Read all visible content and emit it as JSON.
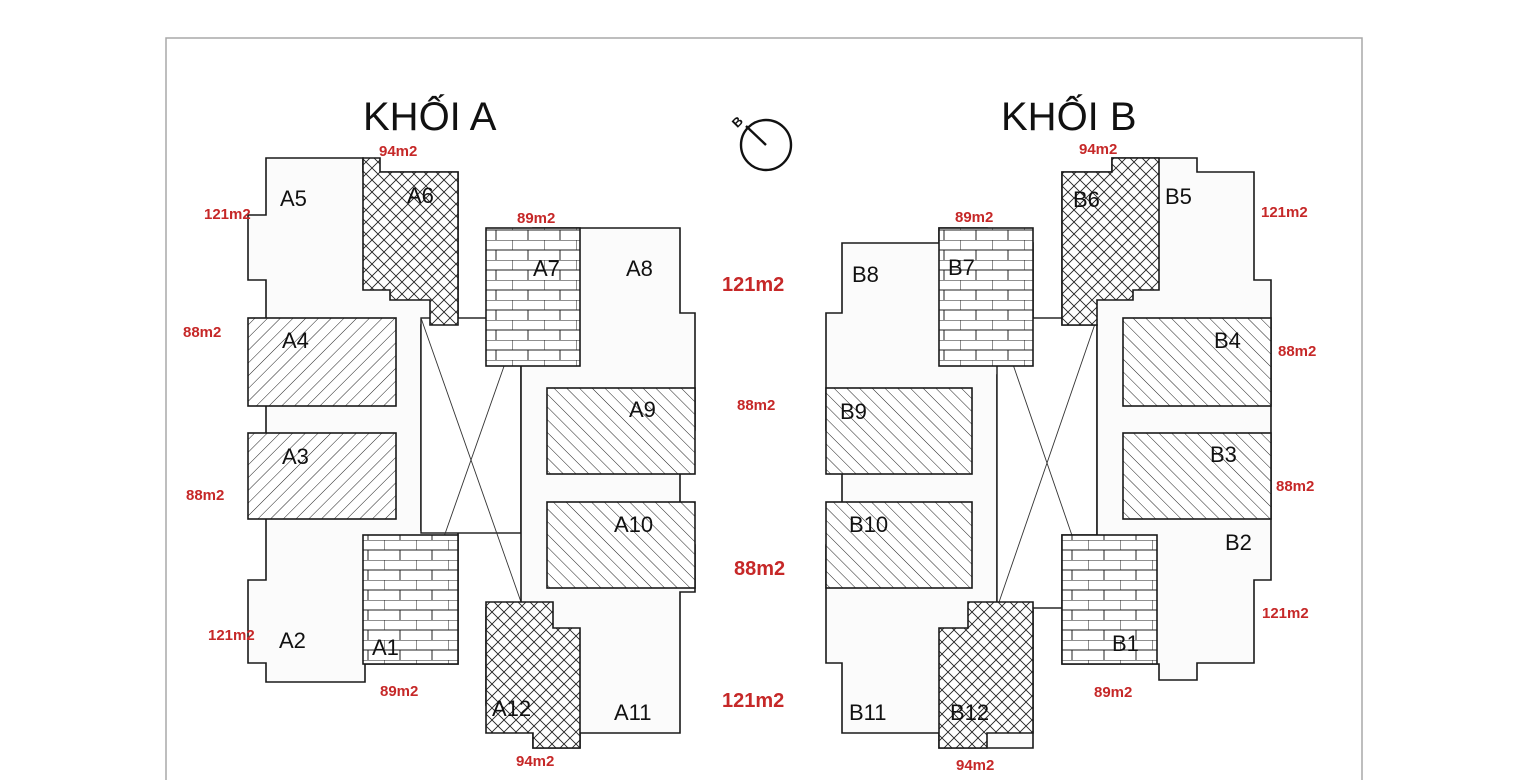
{
  "block_a": {
    "title": "KHỐI A",
    "units": {
      "a1": "A1",
      "a2": "A2",
      "a3": "A3",
      "a4": "A4",
      "a5": "A5",
      "a6": "A6",
      "a7": "A7",
      "a8": "A8",
      "a9": "A9",
      "a10": "A10",
      "a11": "A11",
      "a12": "A12"
    },
    "areas": {
      "a6": "94m2",
      "a5": "121m2",
      "a7": "89m2",
      "a4": "88m2",
      "a3": "88m2",
      "a2": "121m2",
      "a1": "89m2",
      "a12": "94m2"
    }
  },
  "block_b": {
    "title": "KHỐI B",
    "units": {
      "b1": "B1",
      "b2": "B2",
      "b3": "B3",
      "b4": "B4",
      "b5": "B5",
      "b6": "B6",
      "b7": "B7",
      "b8": "B8",
      "b9": "B9",
      "b10": "B10",
      "b11": "B11",
      "b12": "B12"
    },
    "areas": {
      "b6": "94m2",
      "b5": "121m2",
      "b7": "89m2",
      "b4": "88m2",
      "b3": "88m2",
      "b2": "121m2",
      "b1": "89m2",
      "b12": "94m2"
    }
  },
  "center_areas": {
    "row_top": "121m2",
    "row_upper_mid": "88m2",
    "row_lower_mid": "88m2",
    "row_bottom": "121m2"
  },
  "compass": {
    "label": "B"
  },
  "pattern_colors": {
    "stroke": "#1a1a1a",
    "fill": "#fbfbfb",
    "area_label": "#c62828"
  }
}
